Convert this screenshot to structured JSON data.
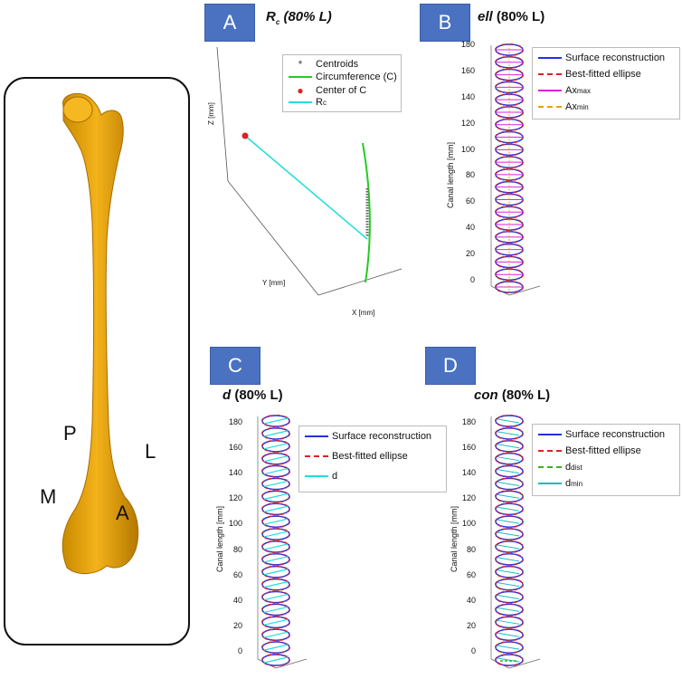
{
  "left_panel": {
    "labels": {
      "P": "P",
      "L": "L",
      "M": "M",
      "A": "A"
    }
  },
  "panel_a": {
    "badge": "A",
    "title_main": "R",
    "title_sub": "c",
    "title_rest": " (80% L)",
    "z_label": "Z [mm]",
    "y_label": "Y [mm]",
    "x_label": "X [mm]",
    "legend": [
      {
        "label": "Centroids",
        "sub": "",
        "color": "#444444",
        "marker": "star"
      },
      {
        "label": "Circumference (C)",
        "sub": "",
        "color": "#22cc22",
        "marker": "line"
      },
      {
        "label": "Center of C",
        "sub": "",
        "color": "#e02020",
        "marker": "dot"
      },
      {
        "label": "R",
        "sub": "c",
        "color": "#22dddd",
        "marker": "line"
      }
    ]
  },
  "panel_b": {
    "badge": "B",
    "title_main": "ell",
    "title_rest": " (80% L)",
    "ylabel": "Canal length [mm]",
    "ticks": [
      "180",
      "160",
      "140",
      "120",
      "100",
      "80",
      "60",
      "40",
      "20",
      "0"
    ],
    "legend": [
      {
        "label": "Surface reconstruction",
        "sub": "",
        "color": "#2233dd",
        "dash": "solid"
      },
      {
        "label": "Best-fitted ellipse",
        "sub": "",
        "color": "#dd2222",
        "dash": "dashdot"
      },
      {
        "label": "Ax",
        "sub": "max",
        "color": "#dd22dd",
        "dash": "solid"
      },
      {
        "label": "Ax",
        "sub": "min",
        "color": "#e8a000",
        "dash": "dashed"
      }
    ]
  },
  "panel_c": {
    "badge": "C",
    "title_main": "d",
    "title_rest": " (80% L)",
    "ylabel": "Canal length [mm]",
    "ticks": [
      "180",
      "160",
      "140",
      "120",
      "100",
      "80",
      "60",
      "40",
      "20",
      "0"
    ],
    "legend": [
      {
        "label": "Surface reconstruction",
        "sub": "",
        "color": "#2233dd",
        "dash": "solid"
      },
      {
        "label": "Best-fitted ellipse",
        "sub": "",
        "color": "#dd2222",
        "dash": "dashdot"
      },
      {
        "label": "d",
        "sub": "",
        "color": "#22dddd",
        "dash": "solid"
      }
    ]
  },
  "panel_d": {
    "badge": "D",
    "title_main": "con",
    "title_rest": " (80% L)",
    "ylabel": "Canal length [mm]",
    "ticks": [
      "180",
      "160",
      "140",
      "120",
      "100",
      "80",
      "60",
      "40",
      "20",
      "0"
    ],
    "legend": [
      {
        "label": "Surface reconstruction",
        "sub": "",
        "color": "#2233dd",
        "dash": "solid"
      },
      {
        "label": "Best-fitted ellipse",
        "sub": "",
        "color": "#dd2222",
        "dash": "dashdot"
      },
      {
        "label": "d",
        "sub": "dist",
        "color": "#44aa22",
        "dash": "dashed"
      },
      {
        "label": "d",
        "sub": "min",
        "color": "#22bbbb",
        "dash": "solid"
      }
    ]
  }
}
